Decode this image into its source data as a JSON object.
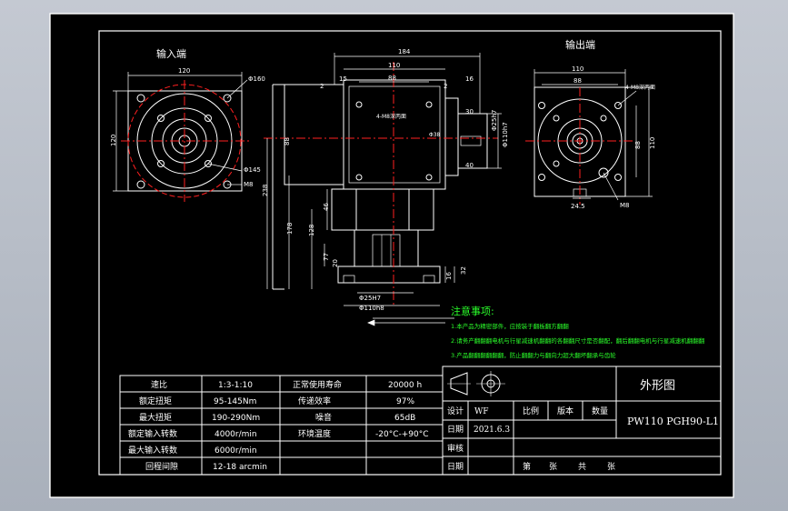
{
  "views": {
    "input_end_title": "输入端",
    "output_end_title": "输出端"
  },
  "dims": {
    "input": {
      "width": "120",
      "height": "120",
      "d160": "Φ160",
      "d145": "Φ145",
      "m8": "M8"
    },
    "front": {
      "total": "184",
      "body": "110",
      "inner": "88",
      "t2a": "2",
      "t15": "15",
      "t16": "16",
      "t2b": "2",
      "holes": "4-M8深丙面",
      "d38": "Φ38",
      "shaft_len": "30",
      "shaft_dia": "Φ25h7",
      "key": "40",
      "pilot": "Φ110h7",
      "h88": "88",
      "v238": "238",
      "v178": "178",
      "v128": "128",
      "v46": "46",
      "v77": "77",
      "v20": "20",
      "v32": "32",
      "v16": "16",
      "bore": "Φ25H7",
      "flange": "Φ110h8"
    },
    "output": {
      "w110": "110",
      "w88": "88",
      "holes": "4-M8深丙面",
      "v88": "88",
      "v110": "110",
      "key": "24.5",
      "m8": "M8"
    }
  },
  "notes": {
    "title": "注意事项:",
    "items": [
      "1.本产品为精密部件，应按装于翻板翻方翻翻",
      "2.请务产翻翻翻电机与行星减速机翻翻的各翻翻尺寸是否翻配，翻后翻翻电机与行星减速机翻翻翻",
      "3.产品翻翻翻翻翻翻，防止翻翻力与翻向力超大翻坏翻承与齿轮"
    ]
  },
  "specs": [
    {
      "label": "速比",
      "value": "1:3-1:10",
      "label2": "正常使用寿命",
      "value2": "20000 h"
    },
    {
      "label": "额定扭矩",
      "value": "95-145Nm",
      "label2": "传递效率",
      "value2": "97%"
    },
    {
      "label": "最大扭矩",
      "value": "190-290Nm",
      "label2": "噪音",
      "value2": "65dB"
    },
    {
      "label": "额定输入转数",
      "value": "4000r/min",
      "label2": "环境温度",
      "value2": "-20°C-+90°C"
    },
    {
      "label": "最大输入转数",
      "value": "6000r/min",
      "label2": "",
      "value2": ""
    },
    {
      "label": "回程间隙",
      "value": "12-18 arcmin",
      "label2": "",
      "value2": ""
    }
  ],
  "title_block": {
    "drawing_name": "外形图",
    "model": "PW110 PGH90-L1",
    "design_label": "设计",
    "designer": "WF",
    "date_label": "日期",
    "date": "2021.6.3",
    "review_label": "审核",
    "date2_label": "日期",
    "scale_label": "比例",
    "version_label": "版本",
    "qty_label": "数量",
    "sheet_a": "第",
    "sheet_b": "张",
    "sheet_c": "共",
    "sheet_d": "张"
  },
  "colors": {
    "background": "#000000",
    "outline": "#ffffff",
    "centerline": "#ff2020",
    "notes": "#2aff2a",
    "dimension": "#ffffff"
  }
}
